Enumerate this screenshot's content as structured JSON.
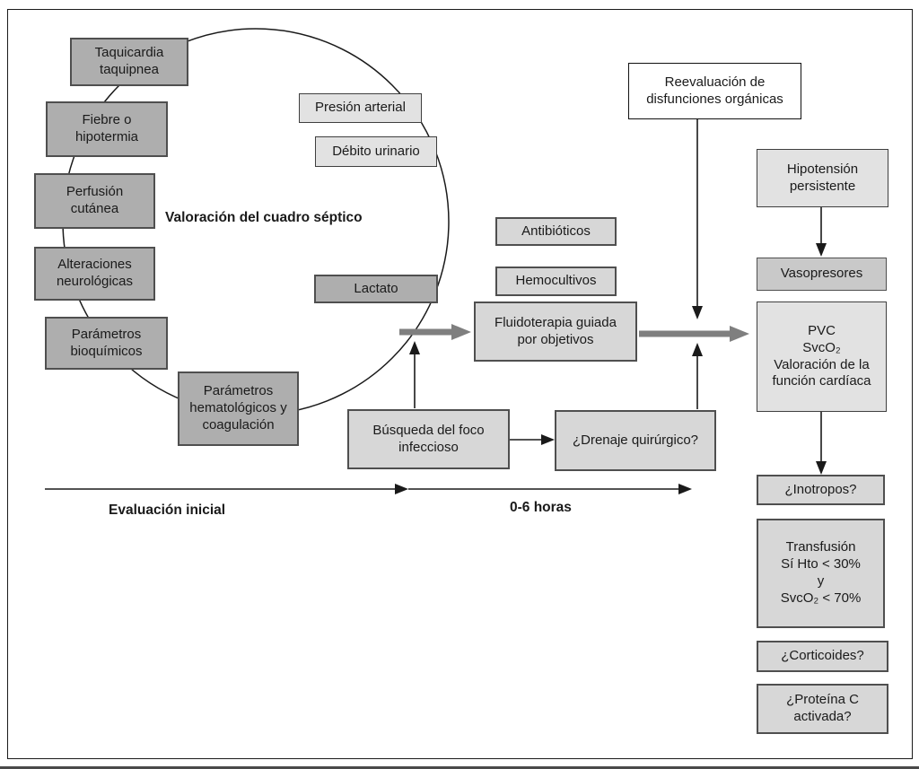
{
  "figure": {
    "circle_label": "Valoración del cuadro séptico",
    "timeline": {
      "phase1": "Evaluación inicial",
      "phase2": "0-6 horas"
    },
    "nodes": {
      "taquicardia": "Taquicardia\ntaquipnea",
      "fiebre": "Fiebre o\nhipotermia",
      "perfusion": "Perfusión\ncutánea",
      "alteraciones": "Alteraciones\nneurológicas",
      "bioquimicos": "Parámetros\nbioquímicos",
      "hematologicos": "Parámetros\nhematológicos y\ncoagulación",
      "presion": "Presión arterial",
      "debito": "Débito urinario",
      "lactato": "Lactato",
      "antibioticos": "Antibióticos",
      "hemocultivos": "Hemocultivos",
      "fluidoterapia": "Fluidoterapia guiada\npor objetivos",
      "busqueda": "Búsqueda del foco\ninfeccioso",
      "drenaje": "¿Drenaje quirúrgico?",
      "reevaluacion": "Reevaluación de\ndisfunciones orgánicas",
      "hipotension": "Hipotensión\npersistente",
      "vasopresores": "Vasopresores",
      "pvc": "PVC\nSvcO₂\nValoración de la\nfunción cardíaca",
      "inotropos": "¿Inotropos?",
      "transfusion": "Transfusión\nSí Hto < 30%\ny\nSvcO₂ < 70%",
      "corticoides": "¿Corticoides?",
      "proteina": "¿Proteína C\nactivada?"
    },
    "colors": {
      "node_dark": "#aeaeae",
      "node_mid": "#d7d7d7",
      "node_light": "#e2e2e2",
      "node_vasopresores": "#c9c9c9",
      "node_white": "#ffffff",
      "thick_arrow": "#7f7f7f",
      "line": "#1a1a1a"
    }
  }
}
